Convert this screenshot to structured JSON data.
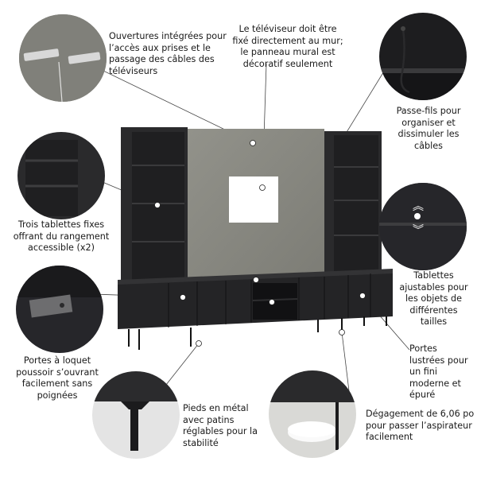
{
  "callouts": {
    "openings": "Ouvertures intégrées pour l’accès aux prises et le passage des câbles des téléviseurs",
    "tv_note": "Le téléviseur doit être fixé directement au mur; le panneau mural est décoratif seulement",
    "passe_fils": "Passe-fils pour organiser et dissimuler les câbles",
    "fixed_shelves": "Trois tablettes fixes offrant du rangement accessible (x2)",
    "adjustable_shelves": "Tablettes ajustables pour les objets de différentes tailles",
    "push_doors": "Portes à loquet poussoir s’ouvrant facilement sans poignées",
    "glossy_doors": "Portes lustrées pour un fini moderne et épuré",
    "metal_feet": "Pieds en métal avec patins réglables pour la stabilité",
    "clearance": "Dégagement de 6,06 po pour passer l’aspirateur facilement"
  },
  "colors": {
    "cabinet": "#2a2a2c",
    "cabinet_dark": "#1b1b1d",
    "concrete": "#8a8a83",
    "line": "#444444"
  }
}
